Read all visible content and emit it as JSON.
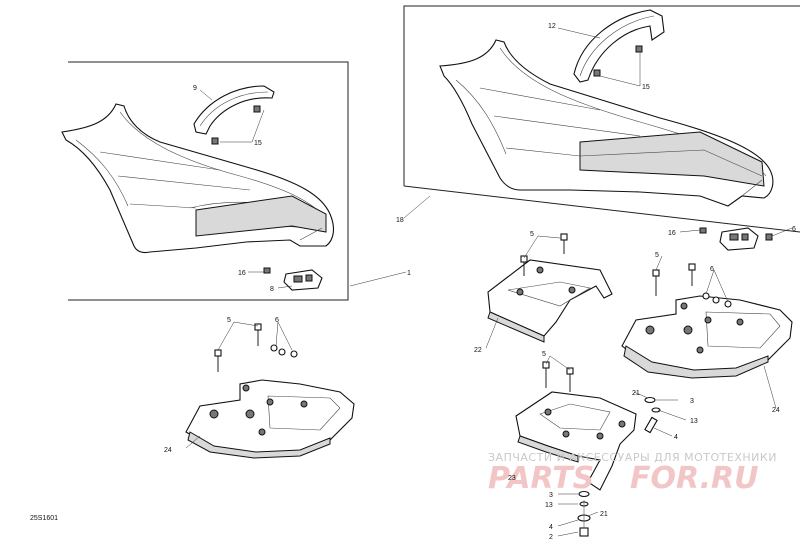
{
  "diagram_code": "25S1601",
  "callouts": {
    "c1": "1",
    "c2": "2",
    "c3": "3",
    "c4": "4",
    "c5": "5",
    "c6": "6",
    "c8": "8",
    "c9": "9",
    "c12": "12",
    "c13": "13",
    "c15": "15",
    "c16": "16",
    "c18": "18",
    "c21": "21",
    "c22": "22",
    "c23": "23",
    "c24": "24"
  },
  "watermark": {
    "line1": "ЗАПЧАСТИ И АКСЕССУАРЫ ДЛЯ МОТОТЕХНИКИ",
    "line2a": "PARTS",
    "line2b": "FOR.RU"
  }
}
